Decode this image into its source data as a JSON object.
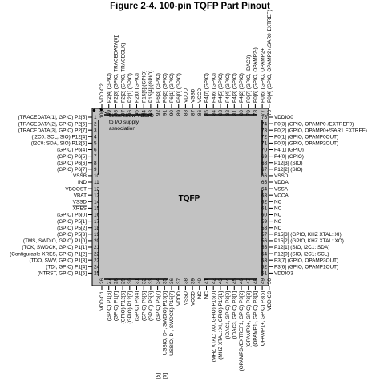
{
  "title": "Figure 2-4. 100-pin TQFP Part Pinout",
  "package_label": "TQFP",
  "note": [
    "Lines show VDDIO",
    "to I/O supply",
    "association"
  ],
  "left_pins": [
    {
      "num": "1",
      "label": "(TRACEDATA[1], GPIO) P2[5]"
    },
    {
      "num": "2",
      "label": "(TRACEDATA[2], GPIO) P2[6]"
    },
    {
      "num": "3",
      "label": "(TRACEDATA[3], GPIO) P2[7]"
    },
    {
      "num": "4",
      "label": "(I2C0: SCL, SIO) P12[4]"
    },
    {
      "num": "5",
      "label": "(I2C0: SDA, SIO) P12[5]"
    },
    {
      "num": "6",
      "label": "(GPIO) P6[4]"
    },
    {
      "num": "7",
      "label": "(GPIO) P6[5]"
    },
    {
      "num": "8",
      "label": "(GPIO) P6[6]"
    },
    {
      "num": "9",
      "label": "(GPIO) P6[7]"
    },
    {
      "num": "10",
      "label": "VSSB"
    },
    {
      "num": "11",
      "label": "IND"
    },
    {
      "num": "12",
      "label": "VBOOST"
    },
    {
      "num": "13",
      "label": "VBAT"
    },
    {
      "num": "14",
      "label": "VSSD"
    },
    {
      "num": "15",
      "label": "XRES"
    },
    {
      "num": "16",
      "label": "(GPIO) P5[0]"
    },
    {
      "num": "17",
      "label": "(GPIO) P5[1]"
    },
    {
      "num": "18",
      "label": "(GPIO) P5[2]"
    },
    {
      "num": "19",
      "label": "(GPIO) P5[3]"
    },
    {
      "num": "20",
      "label": "(TMS, SWDIO, GPIO) P1[0]"
    },
    {
      "num": "21",
      "label": "(TCK, SWDCK, GPIO) P1[1]"
    },
    {
      "num": "22",
      "label": "(Configurable XRES, GPIO) P1[2]"
    },
    {
      "num": "23",
      "label": "(TDO, SWV, GPIO) P1[3]"
    },
    {
      "num": "24",
      "label": "(TDI, GPIO) P1[4]"
    },
    {
      "num": "25",
      "label": "(NTRST, GPIO) P1[5]"
    }
  ],
  "right_pins": [
    {
      "num": "75",
      "label": "VDDIO0"
    },
    {
      "num": "74",
      "label": "P0[3] (GPIO, OPAMP0-/EXTREF0)"
    },
    {
      "num": "73",
      "label": "P0[2] (GPIO, OPAMP0+/SAR1 EXTREF)"
    },
    {
      "num": "72",
      "label": "P0[1] (GPIO, OPAMP0OUT)"
    },
    {
      "num": "71",
      "label": "P0[0] (GPIO, OPAMP2OUT)"
    },
    {
      "num": "70",
      "label": "P4[1] (GPIO)"
    },
    {
      "num": "69",
      "label": "P4[0] (GPIO)"
    },
    {
      "num": "68",
      "label": "P12[3] (SIO)"
    },
    {
      "num": "67",
      "label": "P12[2] (SIO)"
    },
    {
      "num": "66",
      "label": "VSSD"
    },
    {
      "num": "65",
      "label": "VDDA"
    },
    {
      "num": "64",
      "label": "VSSA"
    },
    {
      "num": "63",
      "label": "VCCA"
    },
    {
      "num": "62",
      "label": "NC"
    },
    {
      "num": "61",
      "label": "NC"
    },
    {
      "num": "60",
      "label": "NC"
    },
    {
      "num": "59",
      "label": "NC"
    },
    {
      "num": "58",
      "label": "NC"
    },
    {
      "num": "57",
      "label": "P15[3] (GPIO, KHZ XTAL: XI)"
    },
    {
      "num": "56",
      "label": "P15[2] (GPIO, KHZ XTAL: XO)"
    },
    {
      "num": "55",
      "label": "P12[1] (SIO, I2C1: SDA)"
    },
    {
      "num": "54",
      "label": "P12[0] (SIO, I2C1: SCL)"
    },
    {
      "num": "53",
      "label": "P3[7] (GPIO, OPAMP3OUT)"
    },
    {
      "num": "52",
      "label": "P3[6] (GPIO, OPAMP1OUT)"
    },
    {
      "num": "51",
      "label": "VDDIO3"
    }
  ],
  "top_pins": [
    {
      "num": "100",
      "label": "VDDIO2"
    },
    {
      "num": "99",
      "label": "P2[4] (GPIO)"
    },
    {
      "num": "98",
      "label": "P2[3] (GPIO, TRACEDATA[0])"
    },
    {
      "num": "97",
      "label": "P2[2] (GPIO, TRACECLK)"
    },
    {
      "num": "96",
      "label": "P2[1] (GPIO)"
    },
    {
      "num": "95",
      "label": "P2[0] (GPIO)"
    },
    {
      "num": "94",
      "label": "P15[5] (GPIO)"
    },
    {
      "num": "93",
      "label": "P15[4] (GPIO)"
    },
    {
      "num": "92",
      "label": "P6[3] (GPIO)"
    },
    {
      "num": "91",
      "label": "P6[2] (GPIO)"
    },
    {
      "num": "90",
      "label": "P6[1] (GPIO)"
    },
    {
      "num": "89",
      "label": "P6[0] (GPIO)"
    },
    {
      "num": "88",
      "label": "VDDD"
    },
    {
      "num": "87",
      "label": "VSSD"
    },
    {
      "num": "86",
      "label": "VCCD"
    },
    {
      "num": "85",
      "label": "P4[7] (GPIO)"
    },
    {
      "num": "84",
      "label": "P4[6] (GPIO)"
    },
    {
      "num": "83",
      "label": "P4[5] (GPIO)"
    },
    {
      "num": "82",
      "label": "P4[4] (GPIO)"
    },
    {
      "num": "81",
      "label": "P4[3] (GPIO)"
    },
    {
      "num": "80",
      "label": "P4[2] (GPIO)"
    },
    {
      "num": "79",
      "label": "P0[7] (GPIO, IDAC2)"
    },
    {
      "num": "78",
      "label": "P0[6] (GPIO, OPAMP2-)"
    },
    {
      "num": "77",
      "label": "P0[5] (GPIO, OPAMP2+)"
    },
    {
      "num": "76",
      "label": "P0[4] (GPIO, OPAMP2+/SAR0 EXTREF)"
    }
  ],
  "bottom_pins": [
    {
      "num": "26",
      "label": "VDDIO1"
    },
    {
      "num": "27",
      "label": "(GPIO) P1[6]"
    },
    {
      "num": "28",
      "label": "(GPIO) P1[7]"
    },
    {
      "num": "29",
      "label": "(GPIO) P12[6]"
    },
    {
      "num": "30",
      "label": "(GPIO) P12[7]"
    },
    {
      "num": "31",
      "label": "(GPIO) P5[4]"
    },
    {
      "num": "32",
      "label": "(GPIO) P5[5]"
    },
    {
      "num": "33",
      "label": "(GPIO) P5[6]"
    },
    {
      "num": "34",
      "label": "(GPIO) P5[7]"
    },
    {
      "num": "35",
      "label": "USBIO, D+, SWDIO) P15[6]"
    },
    {
      "num": "36",
      "label": "USBIO, D-, SWDCK) P15[7]"
    },
    {
      "num": "37",
      "label": "VDDD"
    },
    {
      "num": "38",
      "label": "VSSD"
    },
    {
      "num": "39",
      "label": "VCCD"
    },
    {
      "num": "40",
      "label": "NC"
    },
    {
      "num": "41",
      "label": "NC"
    },
    {
      "num": "42",
      "label": "(MHZ XTAL: XO, GPIO) P15[0]"
    },
    {
      "num": "43",
      "label": "(MHZ XTAL: XI, GPIO) P15[1]"
    },
    {
      "num": "44",
      "label": "(IDAC1, GPIO) P3[0]"
    },
    {
      "num": "45",
      "label": "(IDAC3, GPIO) P3[1]"
    },
    {
      "num": "46",
      "label": "(OPAMP3-/EXTREF1, GPIO) P3[2]"
    },
    {
      "num": "47",
      "label": "(OPAMP3+, GPIO) P3[3]"
    },
    {
      "num": "48",
      "label": "(OPAMP1-, GPIO) P3[4]"
    },
    {
      "num": "49",
      "label": "(OPAMP1+, GPIO) P3[5]"
    },
    {
      "num": "50",
      "label": "VDDIO3"
    }
  ],
  "bottom_marks": [
    "[5]",
    "[5]"
  ]
}
